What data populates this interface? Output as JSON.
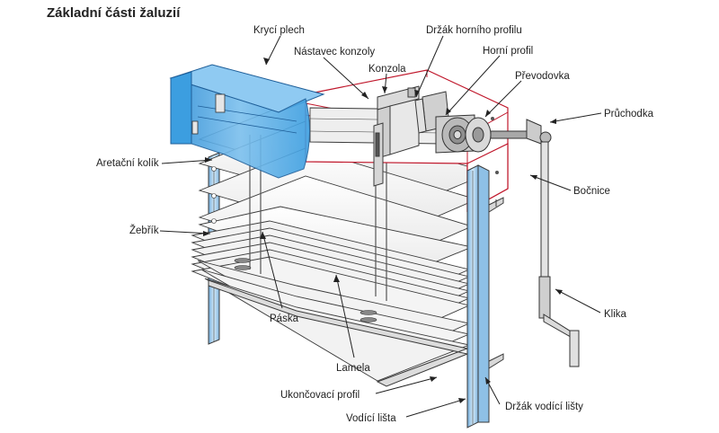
{
  "title": "Základní části žaluzií",
  "labels": {
    "kryci_plech": "Krycí plech",
    "nastavec_konzoly": "Nástavec konzoly",
    "konzola": "Konzola",
    "drzak_horniho_profilu": "Držák horního profilu",
    "horni_profil": "Horní profil",
    "prevodovka": "Převodovka",
    "pruchodka": "Průchodka",
    "aretacni_kolik": "Aretační kolík",
    "bocnice": "Bočnice",
    "zebrik": "Žebřík",
    "klika": "Klika",
    "paska": "Páska",
    "lamela": "Lamela",
    "ukoncovaci_profil": "Ukončovací profil",
    "drzak_vodici_listy": "Držák vodící lišty",
    "vodici_lista": "Vodící lišta"
  },
  "colors": {
    "cover_blue": "#3c9ee0",
    "cover_blue_light": "#8fcaf2",
    "highlight_red": "#c0182c",
    "outline": "#3a3a3a",
    "guide_rail": "#9ec8ea"
  }
}
